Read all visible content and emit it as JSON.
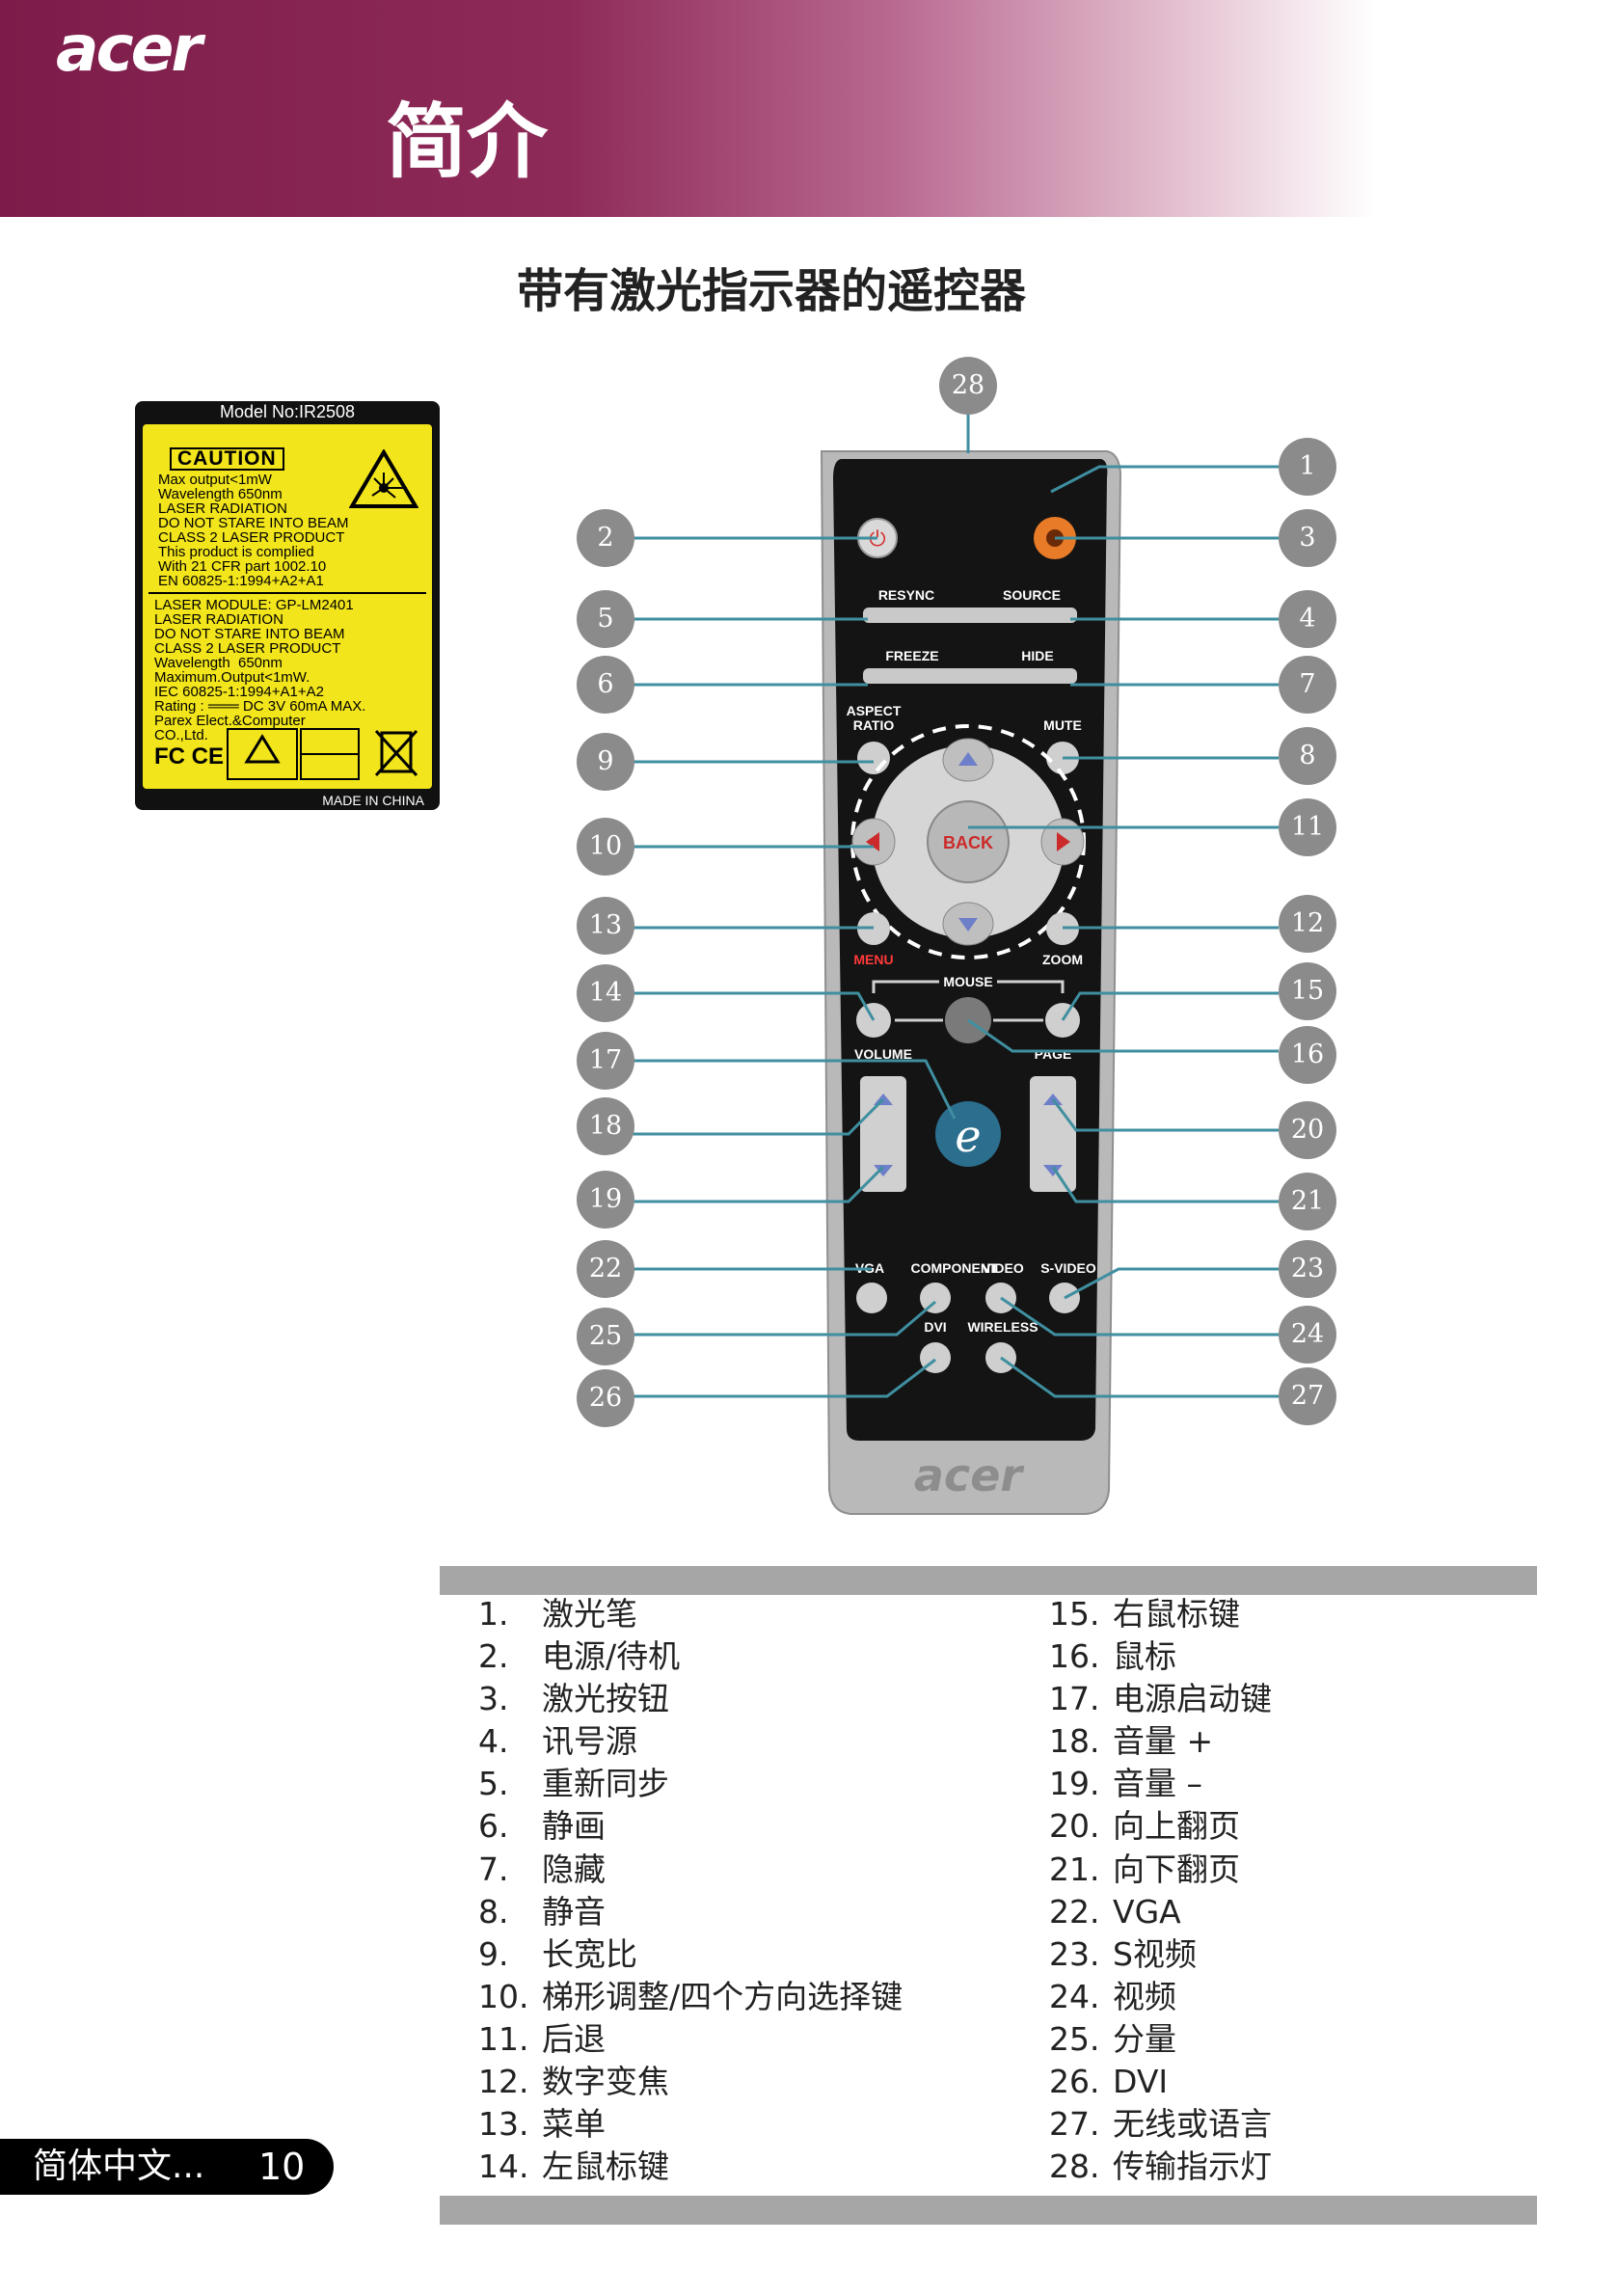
{
  "header": {
    "logo": "acer",
    "section": "简介"
  },
  "subtitle": "带有激光指示器的遥控器",
  "laser_label": {
    "model": "Model No:IR2508",
    "caution": "CAUTION",
    "block1": "Max output<1mW\nWavelength 650nm\nLASER RADIATION\nDO NOT STARE INTO BEAM\nCLASS 2 LASER PRODUCT\nThis product is complied\nWith 21 CFR part 1002.10\nEN 60825-1:1994+A2+A1",
    "block2": "LASER MODULE: GP-LM2401\nLASER RADIATION\nDO NOT STARE INTO BEAM\nCLASS 2 LASER PRODUCT\nWavelength  650nm\nMaximum.Output<1mW.\nIEC 60825-1:1994+A1+A2\nRating : ═══ DC 3V 60mA MAX.\nParex Elect.&Computer\nCO.,Ltd.",
    "made": "MADE IN CHINA"
  },
  "remote": {
    "buttons": {
      "resync": "RESYNC",
      "source": "SOURCE",
      "freeze": "FREEZE",
      "hide": "HIDE",
      "aspect": "ASPECT",
      "ratio": "RATIO",
      "mute": "MUTE",
      "back": "BACK",
      "menu": "MENU",
      "zoom": "ZOOM",
      "mouse": "MOUSE",
      "volume": "VOLUME",
      "page": "PAGE",
      "vga": "VGA",
      "component": "COMPONENT",
      "video": "VIDEO",
      "svideo": "S-VIDEO",
      "dvi": "DVI",
      "wireless": "WIRELESS",
      "brand": "acer"
    },
    "callouts_left": [
      "2",
      "5",
      "6",
      "9",
      "10",
      "13",
      "14",
      "17",
      "18",
      "19",
      "22",
      "25",
      "26"
    ],
    "callouts_right": [
      "28",
      "1",
      "3",
      "4",
      "7",
      "8",
      "11",
      "12",
      "15",
      "16",
      "20",
      "21",
      "23",
      "24",
      "27"
    ]
  },
  "legend": {
    "left": [
      {
        "num": "1.",
        "text": "激光笔"
      },
      {
        "num": "2.",
        "text": "电源/待机"
      },
      {
        "num": "3.",
        "text": "激光按钮"
      },
      {
        "num": "4.",
        "text": "讯号源"
      },
      {
        "num": "5.",
        "text": "重新同步"
      },
      {
        "num": "6.",
        "text": "静画"
      },
      {
        "num": "7.",
        "text": "隐藏"
      },
      {
        "num": "8.",
        "text": "静音"
      },
      {
        "num": "9.",
        "text": "长宽比"
      },
      {
        "num": "10.",
        "text": "梯形调整/四个方向选择键"
      },
      {
        "num": "11.",
        "text": "后退"
      },
      {
        "num": "12.",
        "text": "数字变焦"
      },
      {
        "num": "13.",
        "text": "菜单"
      },
      {
        "num": "14.",
        "text": "左鼠标键"
      }
    ],
    "right": [
      {
        "num": "15.",
        "text": "右鼠标键"
      },
      {
        "num": "16.",
        "text": "鼠标"
      },
      {
        "num": "17.",
        "text": "电源启动键"
      },
      {
        "num": "18.",
        "text": "音量 +"
      },
      {
        "num": "19.",
        "text": "音量 –"
      },
      {
        "num": "20.",
        "text": "向上翻页"
      },
      {
        "num": "21.",
        "text": "向下翻页"
      },
      {
        "num": "22.",
        "text": "VGA"
      },
      {
        "num": "23.",
        "text": "S视频"
      },
      {
        "num": "24.",
        "text": "视频"
      },
      {
        "num": "25.",
        "text": "分量"
      },
      {
        "num": "26.",
        "text": "DVI"
      },
      {
        "num": "27.",
        "text": "无线或语言"
      },
      {
        "num": "28.",
        "text": "传输指示灯"
      }
    ]
  },
  "footer": {
    "language": "简体中文...",
    "page": "10"
  }
}
